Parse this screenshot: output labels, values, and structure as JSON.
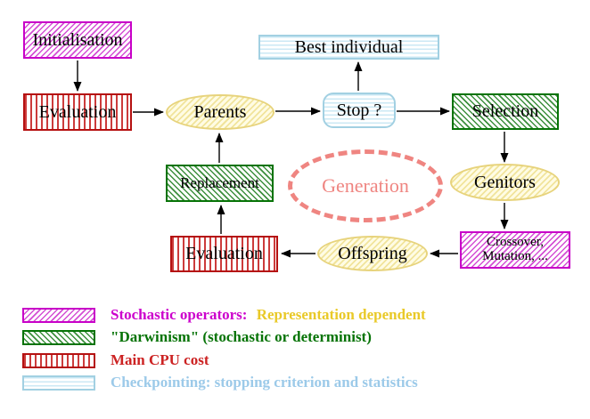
{
  "nodes": {
    "initialisation": "Initialisation",
    "evaluation_top": "Evaluation",
    "parents": "Parents",
    "best_individual": "Best individual",
    "stop": "Stop ?",
    "selection": "Selection",
    "genitors": "Genitors",
    "crossover_line1": "Crossover,",
    "crossover_line2": "Mutation, ...",
    "offspring": "Offspring",
    "evaluation_bottom": "Evaluation",
    "replacement": "Replacement",
    "generation": "Generation"
  },
  "legend": {
    "stochastic_label": "Stochastic operators:",
    "stochastic_note": "Representation dependent",
    "darwinism_label": "\"Darwinism\" (stochastic or determinist)",
    "cpu_label": "Main CPU cost",
    "checkpoint_label": "Checkpointing: stopping criterion and statistics"
  },
  "colors": {
    "magenta": "#cc00cc",
    "gold": "#e9c928",
    "green": "#067306",
    "red": "#cc2222",
    "light_blue": "#9ccae9",
    "salmon": "#ef8581",
    "arrow": "#000000"
  }
}
